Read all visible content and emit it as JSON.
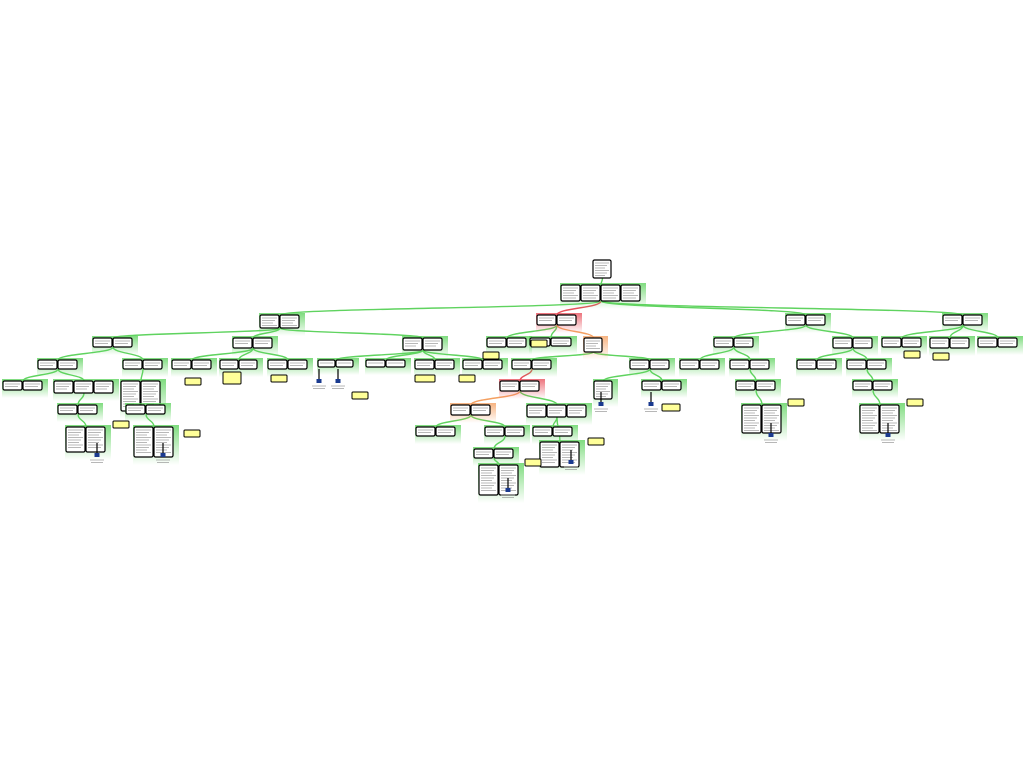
{
  "diagram": {
    "type": "argument-tree",
    "colors": {
      "node_border": "#000000",
      "node_fill": "#ffffff",
      "ok_band": "#5fd35f",
      "error_band": "#e8505b",
      "warning_band": "#f4a061",
      "note_fill": "#ffff99",
      "icon": "#1a3a8f"
    },
    "group_status": [
      "none",
      "ok",
      "ok",
      "error",
      "ok",
      "ok",
      "ok",
      "ok",
      "ok",
      "ok",
      "ok",
      "warning",
      "ok",
      "ok",
      "ok",
      "ok",
      "ok",
      "ok",
      "ok",
      "ok",
      "ok",
      "ok",
      "ok",
      "ok",
      "ok",
      "ok",
      "ok",
      "ok",
      "ok",
      "ok",
      "ok",
      "ok",
      "ok",
      "ok",
      "ok",
      "error",
      "ok",
      "ok",
      "ok",
      "ok",
      "ok",
      "ok",
      "warning",
      "ok",
      "ok",
      "ok",
      "ok",
      "ok",
      "ok",
      "ok",
      "ok",
      "ok",
      "ok",
      "ok"
    ]
  }
}
